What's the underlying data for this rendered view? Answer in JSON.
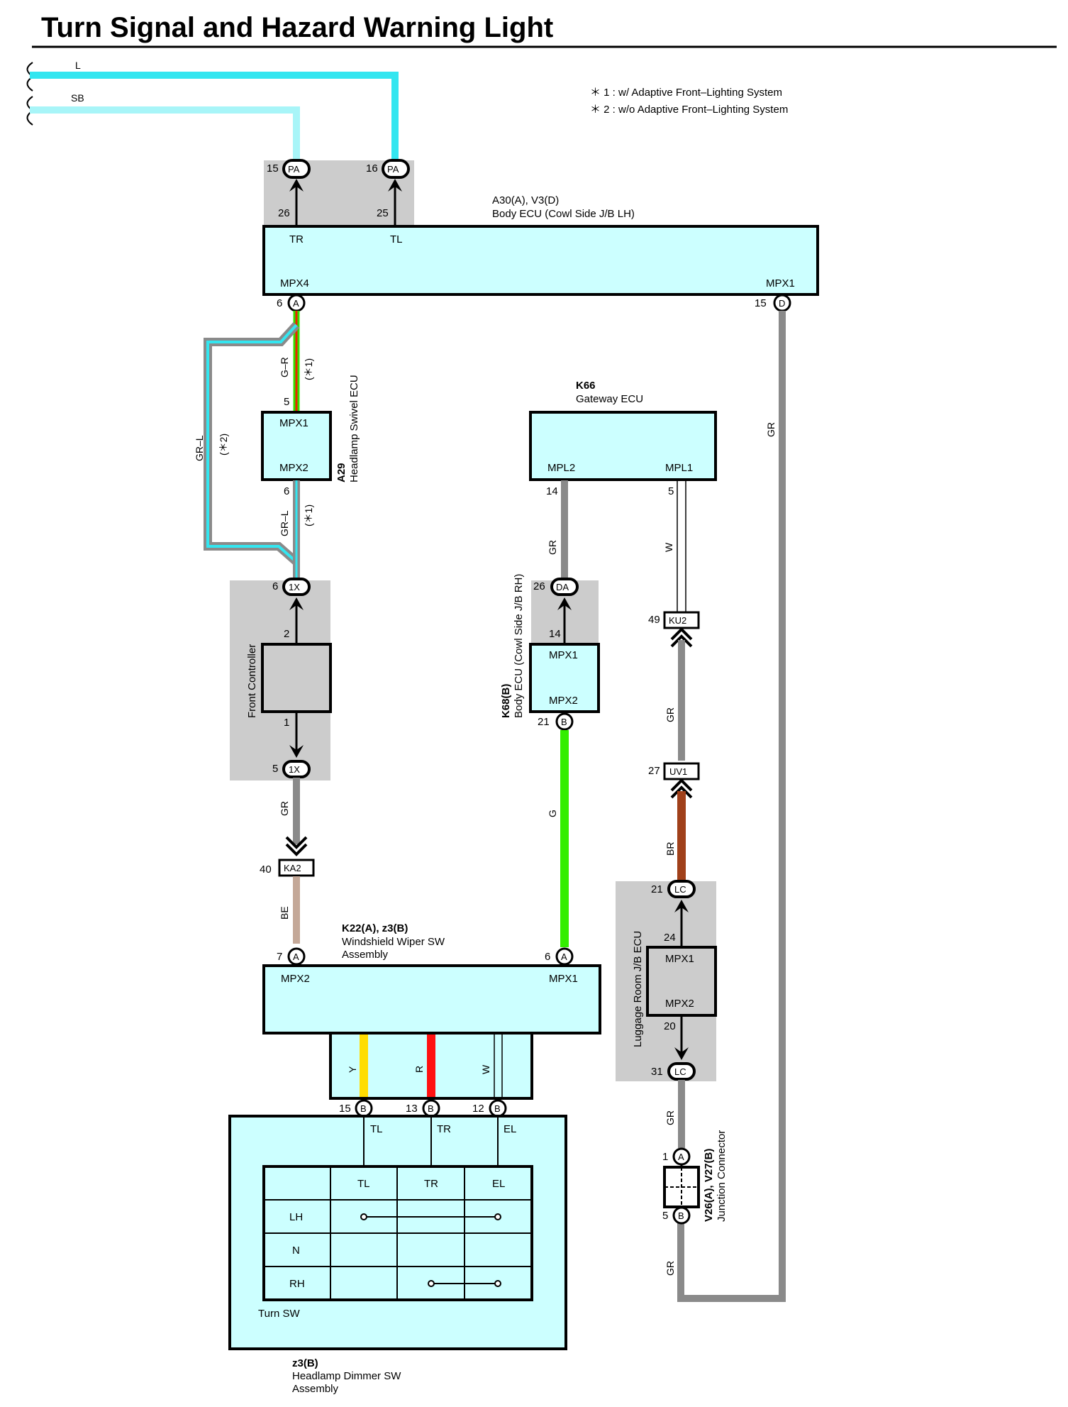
{
  "title": "Turn Signal and Hazard Warning Light",
  "notes": [
    "＊ 1 : w/ Adaptive Front–Lighting System",
    "＊ 2 : w/o Adaptive Front–Lighting System"
  ],
  "colors": {
    "L": "#33e6f0",
    "SB": "#a8f5f8",
    "GR": "#8a8a8a",
    "GR-R-green": "#33dd00",
    "GR-R-red": "#ee2200",
    "G": "#33ee00",
    "W": "#ffffff",
    "BR": "#a0401a",
    "BE": "#c4a898",
    "Y": "#ffdd00",
    "R": "#ff1111",
    "component_fill": "#ccffff",
    "shade": "#cccccc"
  },
  "wires": {
    "top_L": "L",
    "top_SB": "SB",
    "gr_r": "G–R",
    "gr_r_note": "(＊1)",
    "gr_l_left": "GR–L",
    "gr_l_left_note": "(＊2)",
    "gr_l_mid": "GR–L",
    "gr_l_mid_note": "(＊1)",
    "gr_front": "GR",
    "be": "BE",
    "gr_gateway": "GR",
    "g": "G",
    "w": "W",
    "gr_ku2": "GR",
    "br": "BR",
    "gr_lc": "GR",
    "gr_jc": "GR",
    "gr_right": "GR",
    "y": "Y",
    "r": "R",
    "w2": "W"
  },
  "body_ecu": {
    "code": "A30(A), V3(D)",
    "name": "Body ECU (Cowl Side J/B LH)",
    "tr": "TR",
    "tl": "TL",
    "mpx4": "MPX4",
    "mpx1": "MPX1",
    "pin_tr": "26",
    "pin_tl": "25",
    "pin_mpx4": "6",
    "pin_mpx1": "15",
    "conn_mpx4": "A",
    "conn_mpx1": "D"
  },
  "pa_connectors": {
    "left_pin": "15",
    "left_label": "PA",
    "right_pin": "16",
    "right_label": "PA"
  },
  "headlamp_swivel": {
    "code": "A29",
    "name": "Headlamp Swivel ECU",
    "mpx1": "MPX1",
    "mpx2": "MPX2",
    "pin_top": "5",
    "pin_bottom": "6"
  },
  "gateway": {
    "code": "K66",
    "name": "Gateway ECU",
    "mpl2": "MPL2",
    "mpl1": "MPL1",
    "pin_mpl2": "14",
    "pin_mpl1": "5"
  },
  "front_controller": {
    "name": "Front Controller",
    "conn_top_pin": "6",
    "conn_top": "1X",
    "pin_in": "2",
    "pin_out": "1",
    "conn_bottom_pin": "5",
    "conn_bottom": "1X"
  },
  "ka2": {
    "pin": "40",
    "label": "KA2"
  },
  "body_ecu_rh": {
    "code": "K68(B)",
    "name": "Body ECU (Cowl Side J/B RH)",
    "da_pin": "26",
    "da": "DA",
    "pin_top": "14",
    "mpx1": "MPX1",
    "mpx2": "MPX2",
    "pin_b": "21",
    "conn_b": "B"
  },
  "ku2": {
    "pin": "49",
    "label": "KU2"
  },
  "uv1": {
    "pin": "27",
    "label": "UV1"
  },
  "luggage_ecu": {
    "name": "Luggage Room J/B ECU",
    "lc_top_pin": "21",
    "lc_top": "LC",
    "pin_in": "24",
    "mpx1": "MPX1",
    "mpx2": "MPX2",
    "pin_out": "20",
    "lc_bottom_pin": "31",
    "lc_bottom": "LC"
  },
  "junction": {
    "code": "V26(A), V27(B)",
    "name": "Junction Connector",
    "pin_a": "1",
    "conn_a": "A",
    "pin_b": "5",
    "conn_b": "B"
  },
  "wiper_sw": {
    "code": "K22(A), z3(B)",
    "name": "Windshield Wiper SW",
    "name2": "Assembly",
    "mpx2": "MPX2",
    "mpx1": "MPX1",
    "pin_mpx2": "7",
    "conn_mpx2": "A",
    "pin_mpx1": "6",
    "conn_mpx1": "A",
    "pin_tl": "15",
    "pin_tr": "13",
    "pin_el": "12",
    "conn_b": "B"
  },
  "turn_sw": {
    "name": "Turn SW",
    "tl": "TL",
    "tr": "TR",
    "el": "EL",
    "headers": [
      "TL",
      "TR",
      "EL"
    ],
    "rows": [
      "LH",
      "N",
      "RH"
    ]
  },
  "dimmer": {
    "code": "z3(B)",
    "name": "Headlamp Dimmer SW",
    "name2": "Assembly"
  }
}
